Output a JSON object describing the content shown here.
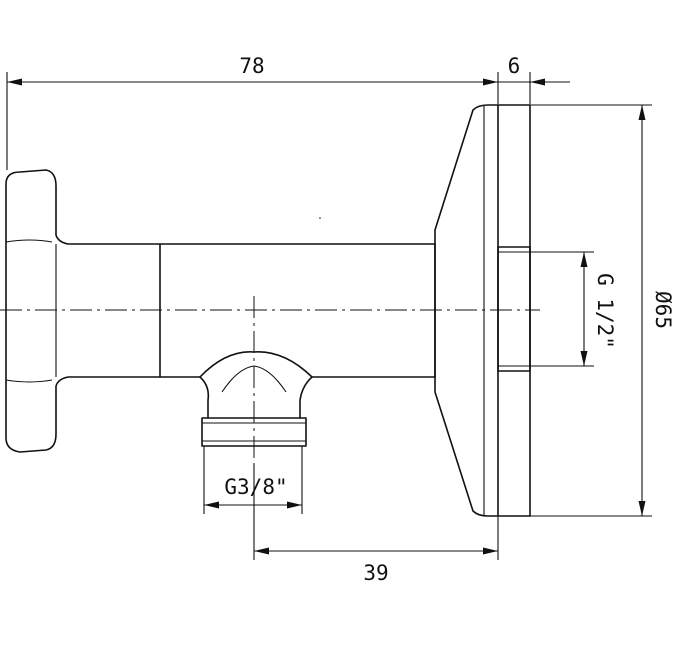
{
  "dimensions": {
    "overall_length": "78",
    "flange_thickness": "6",
    "flange_diameter": "Ø65",
    "inlet_thread": "G 1/2\"",
    "outlet_thread": "G3/8\"",
    "outlet_offset": "39"
  }
}
